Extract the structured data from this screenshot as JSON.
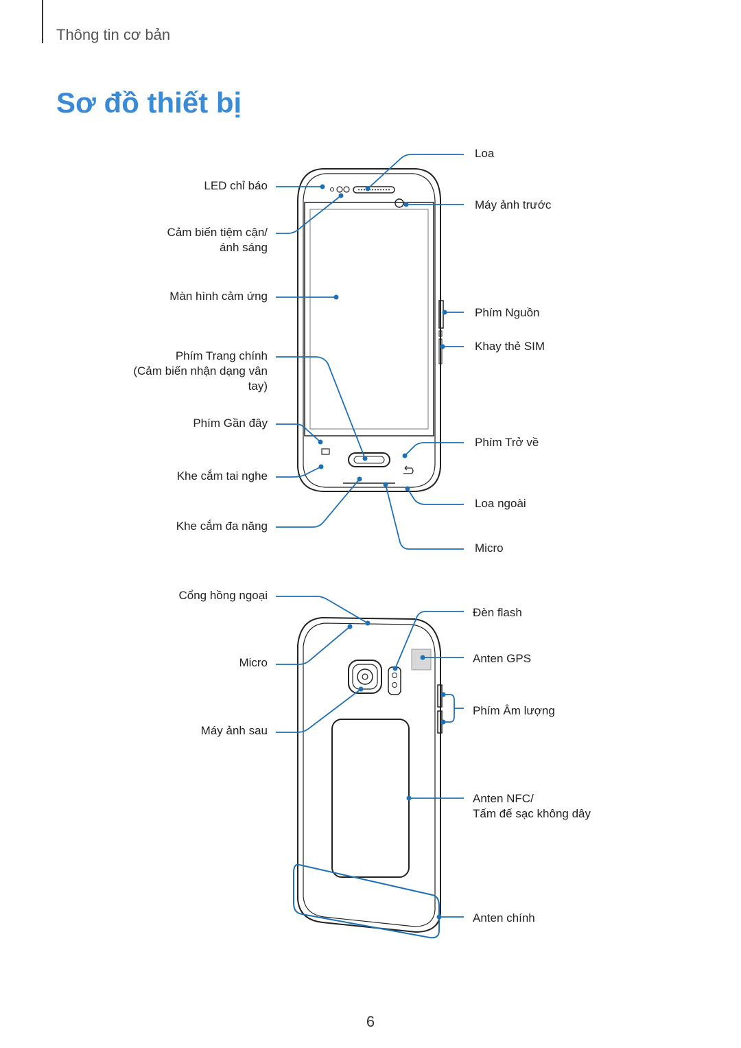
{
  "header": {
    "section": "Thông tin cơ bản"
  },
  "title": "Sơ đồ thiết bị",
  "front": {
    "labels_left": {
      "led": "LED chỉ báo",
      "proximity_1": "Cảm biến tiệm cận/",
      "proximity_2": "ánh sáng",
      "touchscreen": "Màn hình cảm ứng",
      "home_1": "Phím Trang chính",
      "home_2": "(Cảm biến nhận dạng vân",
      "home_3": "tay)",
      "recent": "Phím Gần đây",
      "headset": "Khe cắm tai nghe",
      "multipurpose": "Khe cắm đa năng"
    },
    "labels_right": {
      "speaker": "Loa",
      "front_camera": "Máy ảnh trước",
      "power": "Phím Nguồn",
      "sim": "Khay thẻ SIM",
      "back": "Phím Trở về",
      "loudspeaker": "Loa ngoài",
      "mic": "Micro"
    }
  },
  "back": {
    "labels_left": {
      "ir": "Cổng hồng ngoại",
      "mic": "Micro",
      "rear_camera": "Máy ảnh sau"
    },
    "labels_right": {
      "flash": "Đèn flash",
      "gps": "Anten GPS",
      "volume": "Phím Âm lượng",
      "nfc_1": "Anten NFC/",
      "nfc_2": "Tấm đế sạc không dây",
      "main_antenna": "Anten chính"
    }
  },
  "colors": {
    "accent": "#3a8ad6",
    "callout": "#1f6fb5",
    "outline": "#222222"
  },
  "page_number": "6"
}
